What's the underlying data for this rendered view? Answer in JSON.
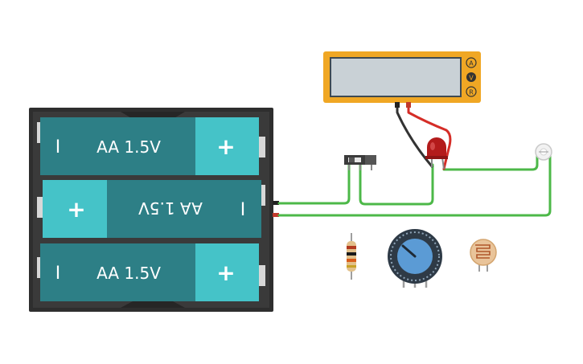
{
  "batteries": [
    {
      "label": "AA 1.5V",
      "minus": "I",
      "plus": "+"
    },
    {
      "label": "AA 1.5V",
      "minus": "I",
      "plus": "+"
    },
    {
      "label": "AA 1.5V",
      "minus": "I",
      "plus": "+"
    }
  ],
  "multimeter": {
    "mode_a": "A",
    "mode_v": "V",
    "mode_r": "R",
    "selected_mode": "V"
  },
  "colors": {
    "battery_body": "#2d7f86",
    "battery_cap": "#45c3c8",
    "holder": "#2e2e2e",
    "wire_green": "#4cb848",
    "wire_red": "#d52d27",
    "wire_black": "#333333",
    "meter_frame": "#f0a724",
    "meter_screen": "#c9d1d6",
    "led": "#b31b1b",
    "pot_knob": "#5b9bd5"
  },
  "icons": [
    "battery-pack",
    "multimeter",
    "slide-switch",
    "led",
    "photodiode",
    "resistor",
    "potentiometer",
    "photoresistor"
  ]
}
